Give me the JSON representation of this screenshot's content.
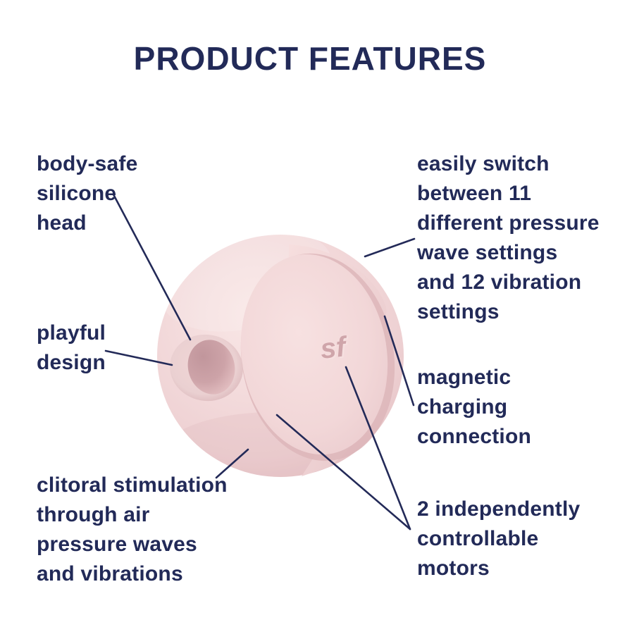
{
  "title": "PRODUCT FEATURES",
  "device": {
    "logo": "sf",
    "body_color": "#f3dadb",
    "shadow_color": "#ddb6ba",
    "hole_color": "#c1969c"
  },
  "accent_color": "#222a58",
  "features": [
    {
      "id": "body-safe-silicone-head",
      "text": "body-safe\nsilicone\nhead"
    },
    {
      "id": "playful-design",
      "text": "playful\ndesign"
    },
    {
      "id": "clitoral-stimulation",
      "text": "clitoral stimulation\nthrough air\npressure waves\nand vibrations"
    },
    {
      "id": "pressure-wave-vibration-settings",
      "text": "easily switch\nbetween 11\ndifferent pressure\nwave settings\nand 12 vibration\nsettings"
    },
    {
      "id": "magnetic-charging-connection",
      "text": "magnetic\ncharging\nconnection"
    },
    {
      "id": "independently-controllable-motors",
      "text": "2 independently\ncontrollable\nmotors"
    }
  ]
}
